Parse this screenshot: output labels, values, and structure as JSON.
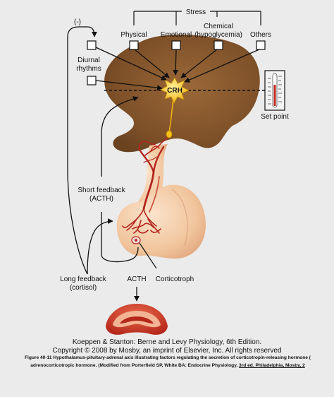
{
  "diagram": {
    "stress_title": "Stress",
    "stressors": [
      "Physical",
      "Emotional",
      "Chemical (hypoglycemia)",
      "Others"
    ],
    "chemical_line1": "Chemical",
    "chemical_line2": "(hypoglycemia)",
    "feedback_sign": "(-)",
    "diurnal_line1": "Diurnal",
    "diurnal_line2": "rhythms",
    "crh": "CRH",
    "set_point": "Set point",
    "short_feedback_line1": "Short feedback",
    "short_feedback_line2": "(ACTH)",
    "long_feedback_line1": "Long feedback",
    "long_feedback_line2": "(cortisol)",
    "acth": "ACTH",
    "corticotroph": "Corticotroph"
  },
  "credit": {
    "line1": "Koeppen & Stanton: Berne and Levy Physiology, 6th Edition.",
    "line2": "Copyright © 2008 by Mosby, an imprint of Elsevier, Inc. All rights reserved"
  },
  "caption": {
    "line1": "Figure 40-11 Hypothalamus-pituitary-adrenal axis illustrating factors regulating the secretion of corticotropin-releasing hormone (",
    "line2_a": "adrenocorticotropic hormone. (Modified from Porterfield SP, White BA: Endocrine Physiology, ",
    "line2_b": "3rd ed. Philadelphia, Mosby, 2"
  },
  "colors": {
    "background": "#ebebeb",
    "hypothalamus": "#8b5a2e",
    "pituitary": "#f2c9a4",
    "vessels": "#b3261e",
    "crh_neuron": "#f6c21a"
  }
}
